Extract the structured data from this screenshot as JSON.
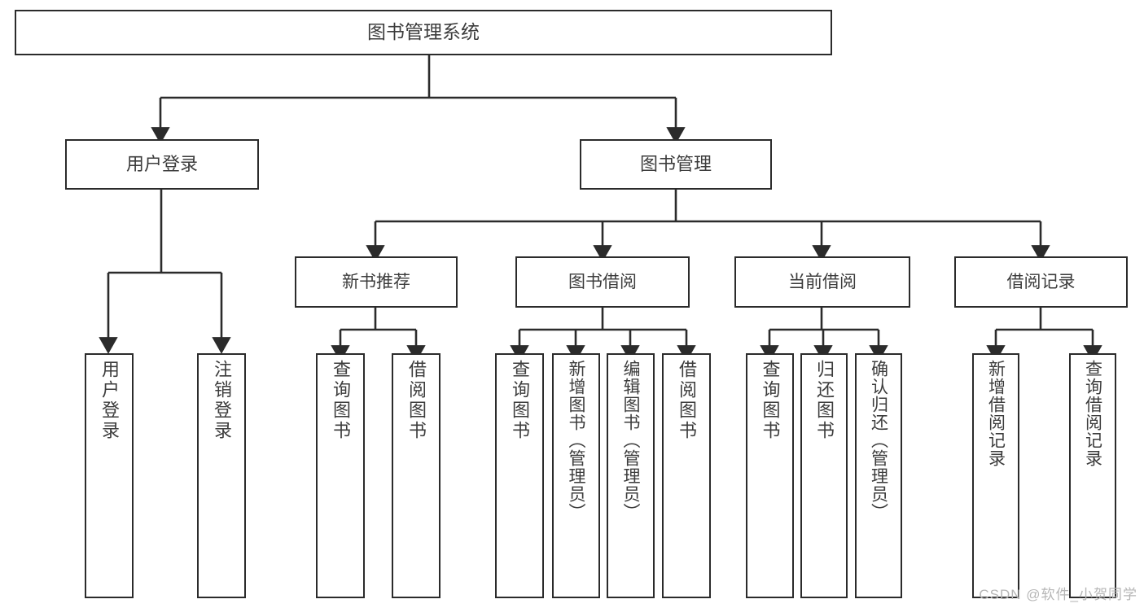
{
  "diagram": {
    "title": "图书管理系统",
    "watermark": "CSDN @软件_小贺同学",
    "stroke_color": "#2b2b2b",
    "text_color": "#3c3c3c",
    "background": "#ffffff",
    "root": {
      "label": "图书管理系统"
    },
    "level1": [
      {
        "label": "用户登录"
      },
      {
        "label": "图书管理"
      }
    ],
    "level2": [
      {
        "label": "新书推荐"
      },
      {
        "label": "图书借阅"
      },
      {
        "label": "当前借阅"
      },
      {
        "label": "借阅记录"
      }
    ],
    "leaves": {
      "user_login": [
        {
          "label": "用户登录"
        },
        {
          "label": "注销登录"
        }
      ],
      "new_book_recommend": [
        {
          "label": "查询图书"
        },
        {
          "label": "借阅图书"
        }
      ],
      "book_borrow": [
        {
          "label": "查询图书"
        },
        {
          "label": "新增图书（管理员）"
        },
        {
          "label": "编辑图书（管理员）"
        },
        {
          "label": "借阅图书"
        }
      ],
      "current_borrow": [
        {
          "label": "查询图书"
        },
        {
          "label": "归还图书"
        },
        {
          "label": "确认归还（管理员）"
        }
      ],
      "borrow_record": [
        {
          "label": "新增借阅记录"
        },
        {
          "label": "查询借阅记录"
        }
      ]
    }
  }
}
